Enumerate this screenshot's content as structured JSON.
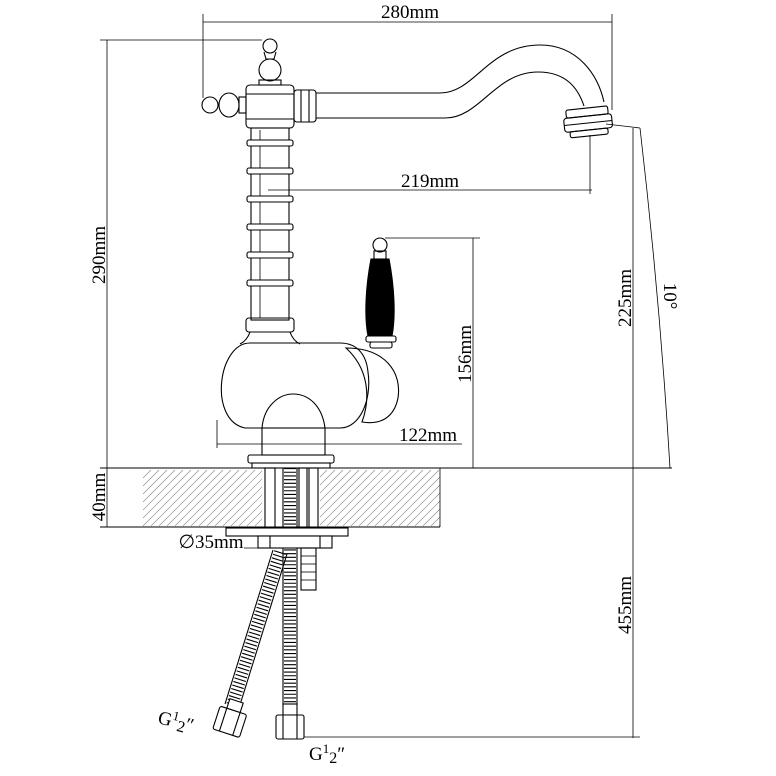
{
  "dimensions": {
    "overall_width": "280mm",
    "overall_height": "290mm",
    "spout_reach": "219mm",
    "spout_height": "225mm",
    "spout_angle": "10°",
    "handle_height": "156mm",
    "body_depth": "122mm",
    "counter_thickness": "40mm",
    "hole_diameter": "∅35mm",
    "hose_length": "455mm"
  },
  "threads": {
    "left": {
      "g": "G",
      "num": "1",
      "den": "2",
      "mark": "″"
    },
    "bottom": {
      "g": "G",
      "num": "1",
      "den": "2",
      "mark": "″"
    }
  },
  "colors": {
    "line": "#000000",
    "background": "#ffffff",
    "handle": "#000000",
    "hatch": "#8a8a8a"
  }
}
